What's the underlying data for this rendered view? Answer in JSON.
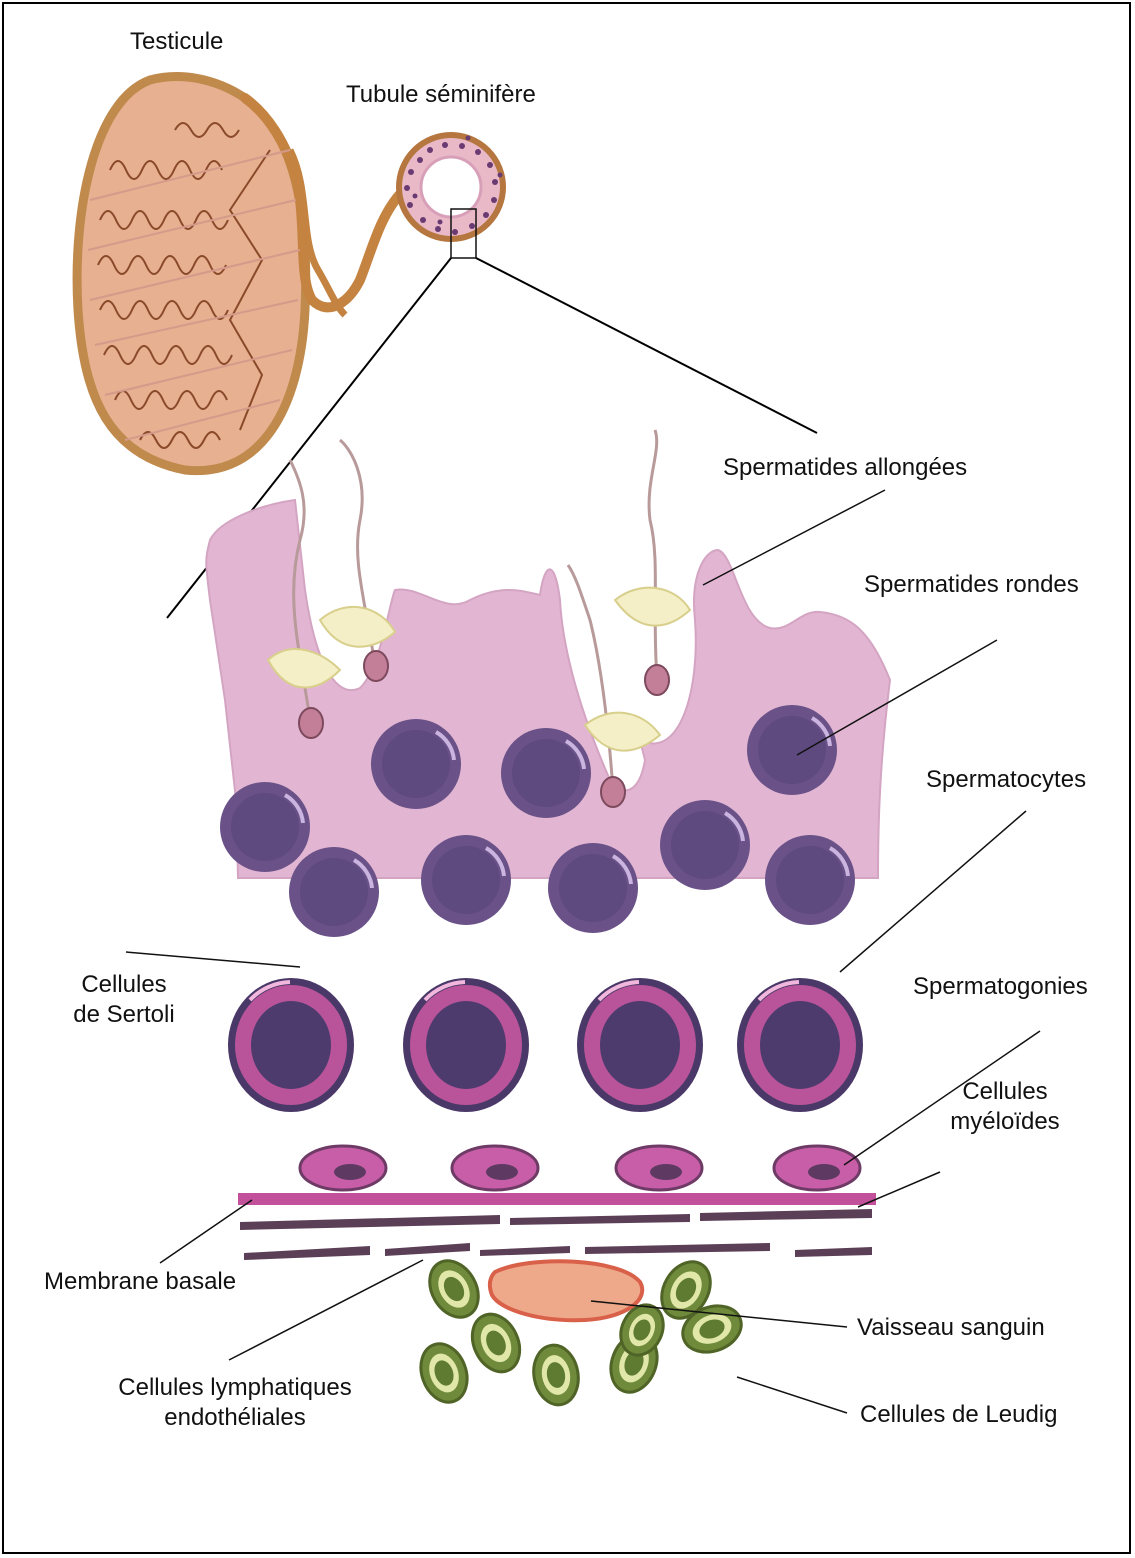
{
  "labels": {
    "testicule": "Testicule",
    "tubule": "Tubule séminifère",
    "spermatides_allongees": "Spermatides allongées",
    "spermatides_rondes": "Spermatides rondes",
    "spermatocytes": "Spermatocytes",
    "spermatogonies": "Spermatogonies",
    "sertoli_line1": "Cellules",
    "sertoli_line2": "de Sertoli",
    "myeloides_line1": "Cellules",
    "myeloides_line2": "myéloïdes",
    "membrane_basale": "Membrane basale",
    "vaisseau": "Vaisseau sanguin",
    "lymph_line1": "Cellules lymphatiques",
    "lymph_line2": "endothéliales",
    "leydig": "Cellules de Leudig"
  },
  "colors": {
    "tissue": "#e2b6d2",
    "tissue_outline": "#c9a0bd",
    "round_cell": "#5e4a7e",
    "round_cell_dark": "#4a3868",
    "spermatocyte_ring": "#b9549a",
    "basal_membrane": "#c2509a",
    "myeloid": "#5b3f56",
    "vessel": "#eea88a",
    "vessel_outline": "#d9614a",
    "leydig": "#7f9a4a",
    "testis": "#e6b091",
    "testis_outline": "#c08a4c"
  }
}
